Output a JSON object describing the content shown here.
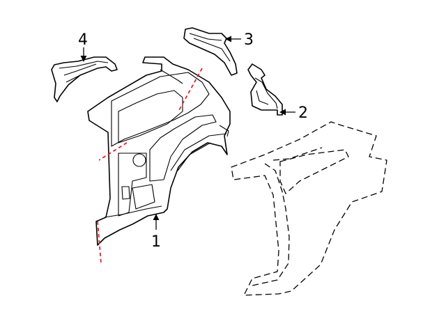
{
  "diagram": {
    "callouts": [
      {
        "id": "1",
        "label": "1"
      },
      {
        "id": "2",
        "label": "2"
      },
      {
        "id": "3",
        "label": "3"
      },
      {
        "id": "4",
        "label": "4"
      }
    ],
    "colors": {
      "cut_line": "#e0202a",
      "line": "#000000",
      "background": "#ffffff"
    }
  }
}
